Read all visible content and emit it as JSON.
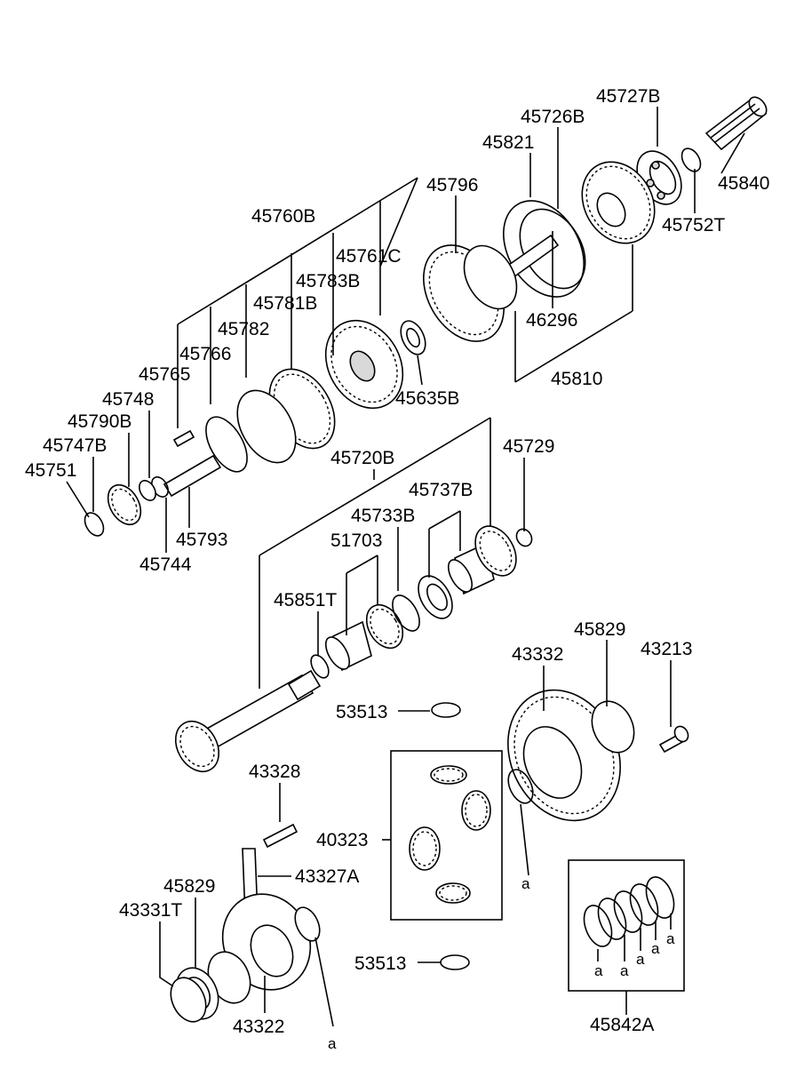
{
  "diagram": {
    "parts": [
      {
        "id": "p45727B",
        "number": "45727B"
      },
      {
        "id": "p45726B",
        "number": "45726B"
      },
      {
        "id": "p45821",
        "number": "45821"
      },
      {
        "id": "p45840",
        "number": "45840"
      },
      {
        "id": "p45796",
        "number": "45796"
      },
      {
        "id": "p45752T",
        "number": "45752T"
      },
      {
        "id": "p45760B",
        "number": "45760B"
      },
      {
        "id": "p45761C",
        "number": "45761C"
      },
      {
        "id": "p45783B",
        "number": "45783B"
      },
      {
        "id": "p45781B",
        "number": "45781B"
      },
      {
        "id": "p45782",
        "number": "45782"
      },
      {
        "id": "p46296",
        "number": "46296"
      },
      {
        "id": "p45766",
        "number": "45766"
      },
      {
        "id": "p45765",
        "number": "45765"
      },
      {
        "id": "p45810",
        "number": "45810"
      },
      {
        "id": "p45748",
        "number": "45748"
      },
      {
        "id": "p45635B",
        "number": "45635B"
      },
      {
        "id": "p45790B",
        "number": "45790B"
      },
      {
        "id": "p45747B",
        "number": "45747B"
      },
      {
        "id": "p45729",
        "number": "45729"
      },
      {
        "id": "p45720B",
        "number": "45720B"
      },
      {
        "id": "p45751",
        "number": "45751"
      },
      {
        "id": "p45737B",
        "number": "45737B"
      },
      {
        "id": "p45733B",
        "number": "45733B"
      },
      {
        "id": "p45793",
        "number": "45793"
      },
      {
        "id": "p51703",
        "number": "51703"
      },
      {
        "id": "p45744",
        "number": "45744"
      },
      {
        "id": "p45851T",
        "number": "45851T"
      },
      {
        "id": "p45829a",
        "number": "45829"
      },
      {
        "id": "p43332",
        "number": "43332"
      },
      {
        "id": "p43213",
        "number": "43213"
      },
      {
        "id": "p53513a",
        "number": "53513"
      },
      {
        "id": "p43328",
        "number": "43328"
      },
      {
        "id": "p40323",
        "number": "40323"
      },
      {
        "id": "p43327A",
        "number": "43327A"
      },
      {
        "id": "p45829b",
        "number": "45829"
      },
      {
        "id": "p43331T",
        "number": "43331T"
      },
      {
        "id": "p53513b",
        "number": "53513"
      },
      {
        "id": "p43322",
        "number": "43322"
      },
      {
        "id": "p45842A",
        "number": "45842A"
      }
    ],
    "ref_letter": "a"
  }
}
